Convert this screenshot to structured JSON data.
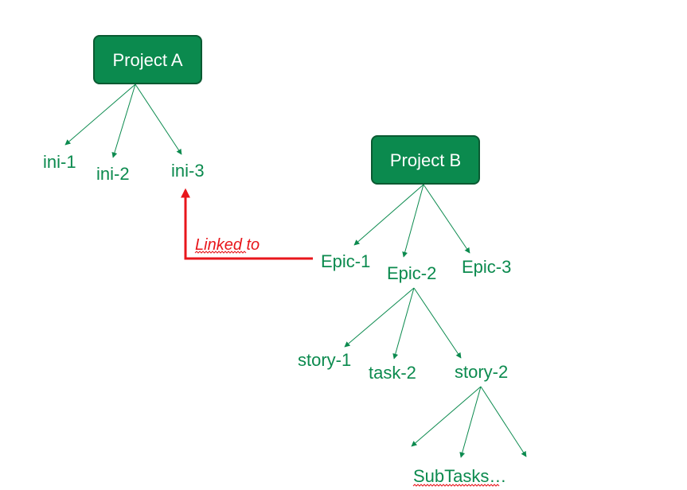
{
  "colors": {
    "node_fill": "#0b8a4e",
    "node_border": "#0a5a32",
    "node_text": "#0b8a4e",
    "link": "#e8161b"
  },
  "nodes": {
    "project_a": "Project A",
    "project_b": "Project B",
    "ini_1": "ini-1",
    "ini_2": "ini-2",
    "ini_3": "ini-3",
    "epic_1": "Epic-1",
    "epic_2": "Epic-2",
    "epic_3": "Epic-3",
    "story_1": "story-1",
    "task_2": "task-2",
    "story_2": "story-2",
    "subtasks": "SubTasks…"
  },
  "link": {
    "label_word": "Linked",
    "label_rest": " to",
    "from": "Epic-1",
    "to": "ini-3"
  }
}
